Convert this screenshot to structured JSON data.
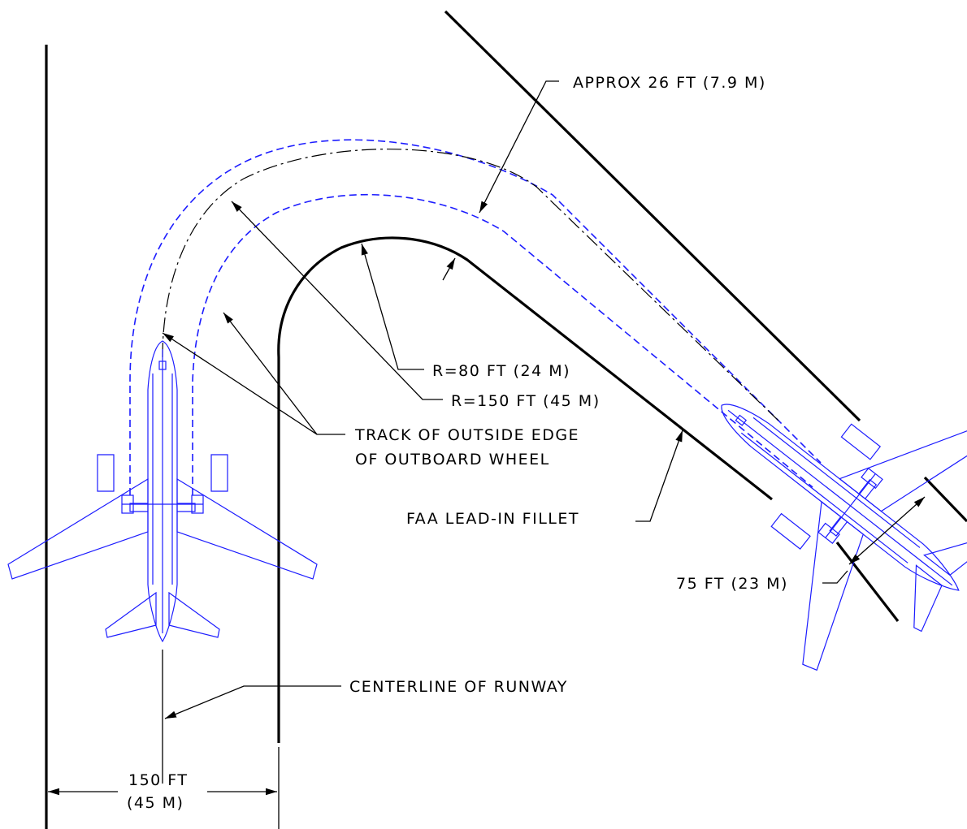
{
  "labels": {
    "approx_clearance": "APPROX 26 FT (7.9 M)",
    "r80": "R=80 FT (24 M)",
    "r150": "R=150 FT (45 M)",
    "track_line1": "TRACK OF OUTSIDE EDGE",
    "track_line2": "OF OUTBOARD WHEEL",
    "fillet": "FAA LEAD-IN FILLET",
    "taxiway_width": "75 FT (23 M)",
    "centerline": "CENTERLINE OF RUNWAY",
    "runway_width_line1": "150 FT",
    "runway_width_line2": "(45 M)"
  },
  "colors": {
    "aircraft": "#1c1cff",
    "pavement_lines": "#000000"
  }
}
